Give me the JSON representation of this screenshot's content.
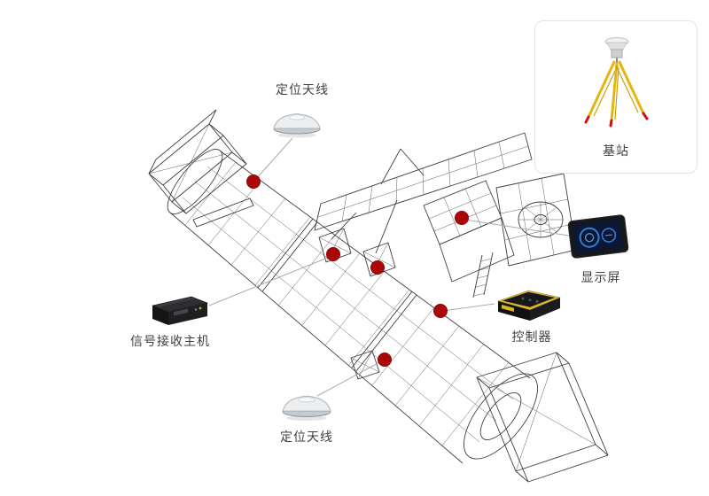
{
  "diagram": {
    "background": "#ffffff",
    "marker_color": "#ab0707",
    "wireframe_color": "#3f3f3f",
    "connector_color": "#ababab",
    "components": {
      "antenna_top": {
        "label": "定位天线",
        "icon": "gnss-antenna-icon"
      },
      "antenna_bottom": {
        "label": "定位天线",
        "icon": "gnss-antenna-icon"
      },
      "receiver": {
        "label": "信号接收主机",
        "icon": "receiver-box-icon"
      },
      "controller": {
        "label": "控制器",
        "icon": "controller-box-icon"
      },
      "display": {
        "label": "显示屏",
        "icon": "display-screen-icon"
      },
      "base_station": {
        "label": "基站",
        "icon": "tripod-icon"
      }
    }
  }
}
